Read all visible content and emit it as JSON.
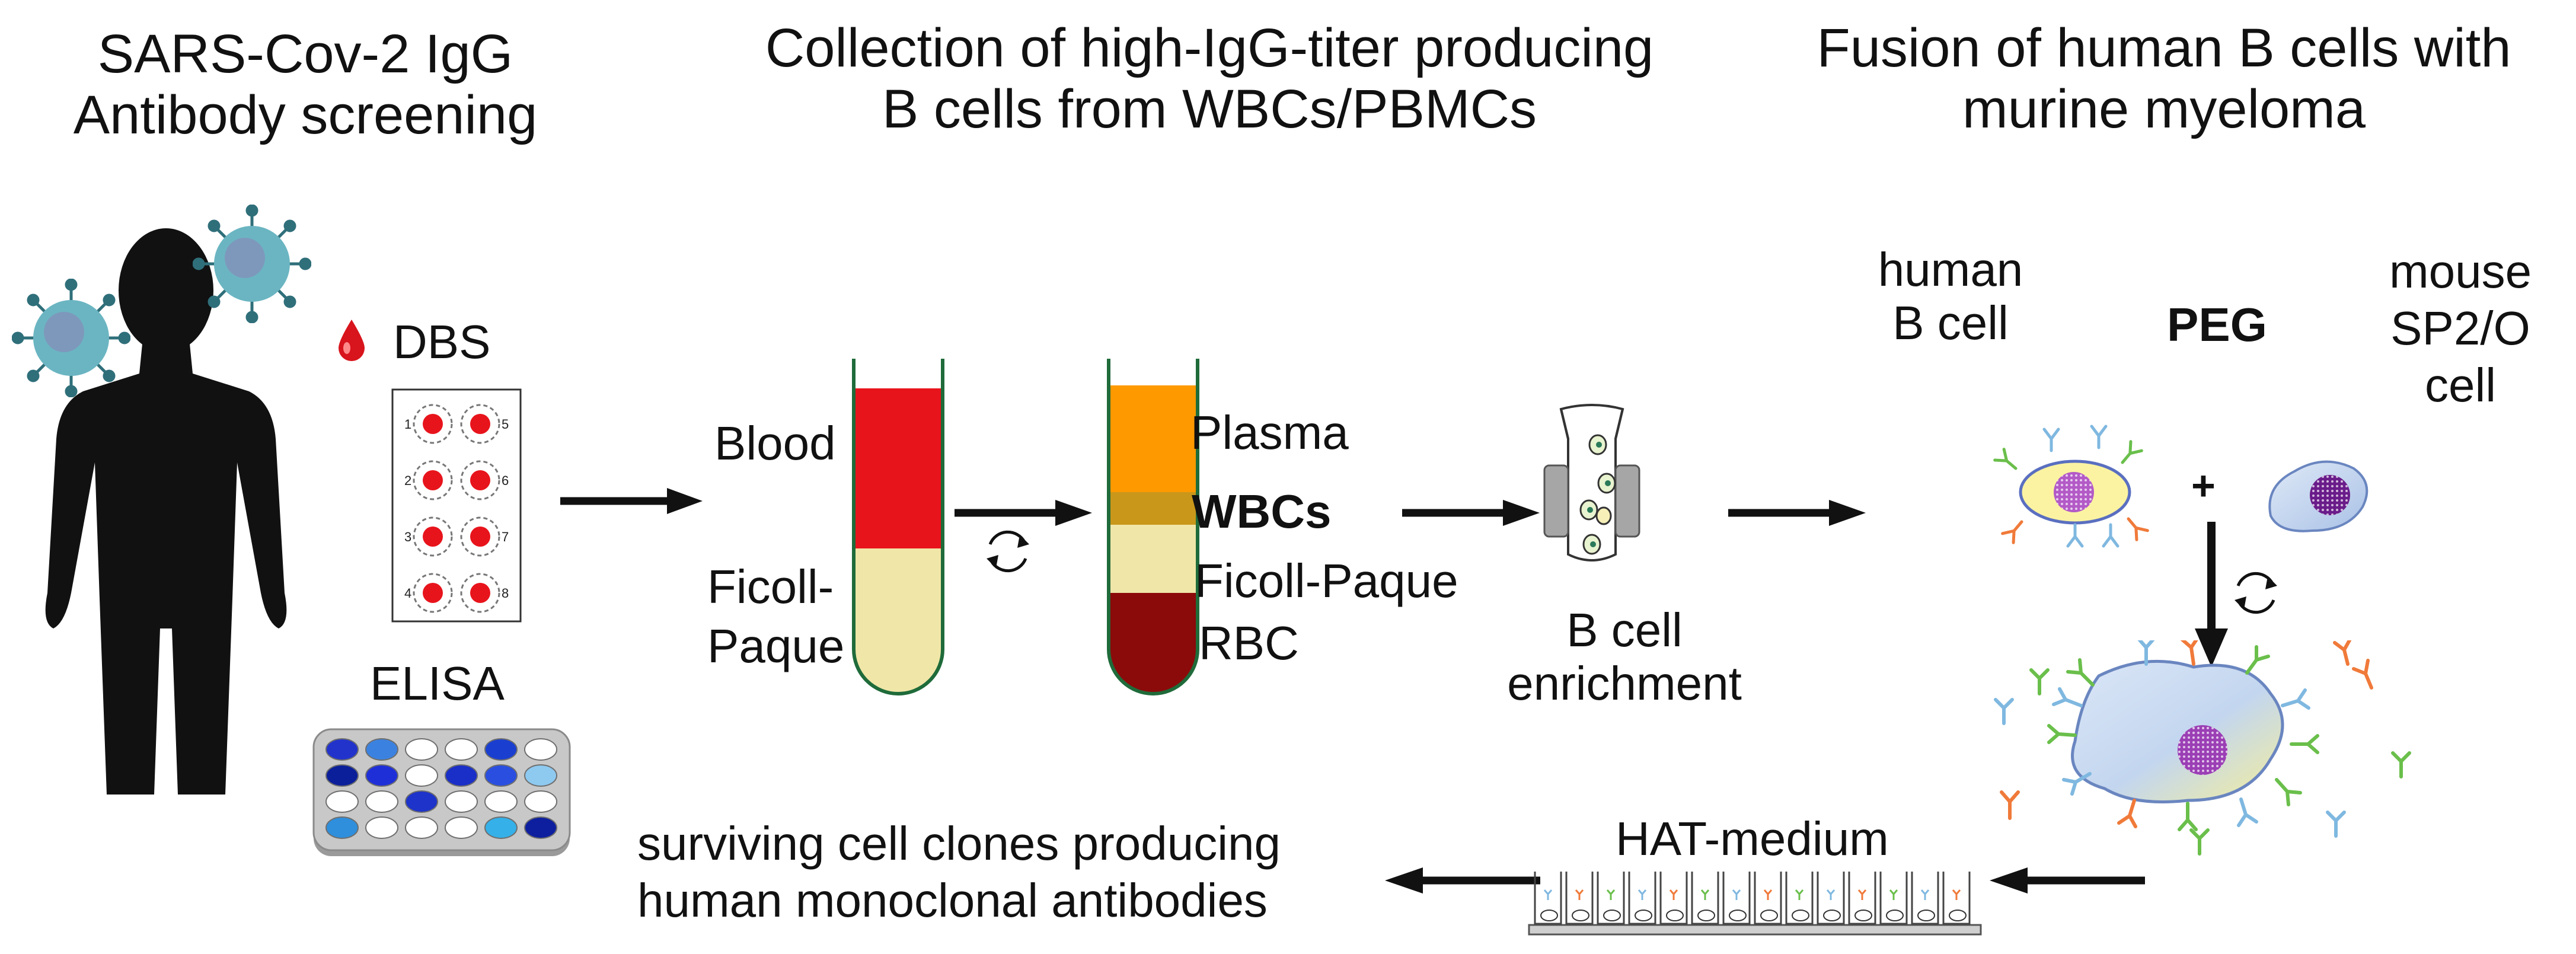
{
  "sections": {
    "screening": {
      "line1": "SARS-Cov-2 IgG",
      "line2": "Antibody screening"
    },
    "collection": {
      "line1": "Collection of high-IgG-titer producing",
      "line2": "B cells from WBCs/PBMCs"
    },
    "fusion": {
      "line1": "Fusion of human B cells with",
      "line2": "murine myeloma"
    }
  },
  "screening_panel": {
    "dbs_label": "DBS",
    "dbs_spot_numbers": [
      "1",
      "2",
      "3",
      "4",
      "5",
      "6",
      "7",
      "8"
    ],
    "elisa_label": "ELISA",
    "elisa_well_colors": [
      [
        "#2233cc",
        "#3b82e0",
        "#ffffff",
        "#ffffff",
        "#1a3fd0",
        "#ffffff"
      ],
      [
        "#0b1f9a",
        "#1f2fd8",
        "#ffffff",
        "#1a2ec8",
        "#2a4fe0",
        "#8ec9f0"
      ],
      [
        "#ffffff",
        "#ffffff",
        "#1d33c9",
        "#ffffff",
        "#ffffff",
        "#ffffff"
      ],
      [
        "#2f8fdc",
        "#ffffff",
        "#ffffff",
        "#ffffff",
        "#35b0e8",
        "#0d1f9e"
      ]
    ]
  },
  "tube1": {
    "top_label": "Blood",
    "bottom_label_line1": "Ficoll-",
    "bottom_label_line2": "Paque"
  },
  "tube2": {
    "layer1": "Plasma",
    "layer2": "WBCs",
    "layer3": "Ficoll-Paque",
    "layer4": "RBC"
  },
  "enrichment": {
    "line1": "B cell",
    "line2": "enrichment"
  },
  "fusion_panel": {
    "human_line1": "human",
    "human_line2": "B cell",
    "peg": "PEG",
    "mouse_line1": "mouse",
    "mouse_line2": "SP2/O",
    "mouse_line3": "cell",
    "plus": "+"
  },
  "hat": {
    "label": "HAT-medium"
  },
  "result": {
    "line1": "surviving cell clones producing",
    "line2": "human monoclonal antibodies"
  },
  "colors": {
    "blood": "#e8141c",
    "ficoll": "#f0e6a8",
    "plasma": "#ff9900",
    "wbc": "#c9971a",
    "rbc": "#8b0a0a",
    "tube_outline": "#1f6b3a",
    "virus": "#5aa8b8"
  }
}
